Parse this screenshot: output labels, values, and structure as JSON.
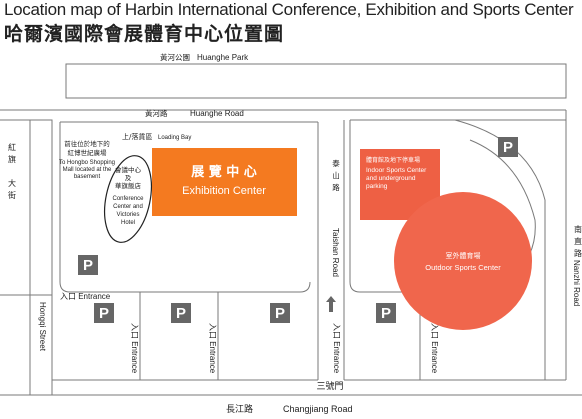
{
  "title": {
    "en": "Location map of Harbin International Conference, Exhibition and Sports Center",
    "zh": "哈爾濱國際會展體育中心位置圖"
  },
  "colors": {
    "exhibition": "#f47a20",
    "indoor_sports": "#ee6044",
    "outdoor_sports": "#f0664c",
    "parking_bg": "#666666",
    "road_line": "#7a7a7a"
  },
  "places": {
    "huanghe_park": {
      "zh": "黃河公園",
      "en": "Huanghe Park"
    },
    "huanghe_road": {
      "zh": "黃河路",
      "en": "Huanghe Road"
    },
    "loading_bay": {
      "zh": "上/落貨區",
      "en": "Loading Bay"
    },
    "shopping_mall": {
      "zh_line1": "前往位於地下的",
      "zh_line2": "紅博世紀廣場",
      "en_line1": "To Hongbo Shopping",
      "en_line2": "Mall located at the",
      "en_line3": "basement"
    },
    "conference_hotel": {
      "zh_line1": "會議中心",
      "zh_line2": "及",
      "zh_line3": "華旗飯店",
      "en_line1": "Conference",
      "en_line2": "Center and",
      "en_line3": "Victories",
      "en_line4": "Hotel"
    },
    "exhibition_center": {
      "zh": "展 覽 中 心",
      "en": "Exhibition Center"
    },
    "indoor_sports": {
      "zh": "體育館及地下停車場",
      "en_line1": "Indoor Sports Center",
      "en_line2": "and underground",
      "en_line3": "parking"
    },
    "outdoor_sports": {
      "zh": "室外體育場",
      "en": "Outdoor Sports Center"
    },
    "hongqi_street": {
      "zh_1": "紅",
      "zh_2": "旗",
      "zh_3": "大",
      "zh_4": "街",
      "en": "Hongqi Street"
    },
    "taishan_road": {
      "zh_1": "泰",
      "zh_2": "山",
      "zh_3": "路",
      "en": "Taishan Road"
    },
    "nanzhi_road": {
      "zh_1": "南",
      "zh_2": "直",
      "zh_3": "路",
      "en": "Nanzhi Road"
    },
    "changjiang_road": {
      "zh": "長江路",
      "en": "Changjiang Road"
    },
    "sanhao_gate": {
      "zh": "三號門"
    }
  },
  "entrance": {
    "zh": "入口",
    "en": "Entrance",
    "full": "入口 Entrance"
  },
  "parking_label": "P"
}
